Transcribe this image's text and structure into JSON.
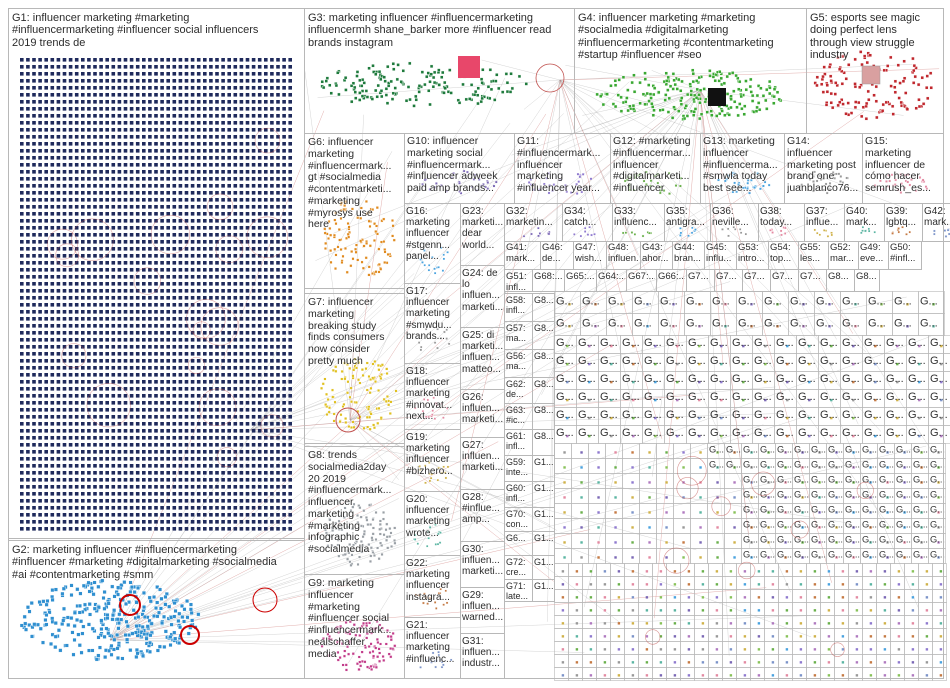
{
  "title": "",
  "colors": {
    "G1": "#1f2a5c",
    "G2": "#2f8fd0",
    "G3": "#1e7a3c",
    "G4": "#3aa832",
    "G5": "#c0272d",
    "G6": "#e08a1e",
    "G7": "#e0c020",
    "G8": "#9aa0a6",
    "G9": "#c23c8a",
    "edge": "#a0a0a0",
    "edge_red": "#c0504d",
    "border": "#b8b8b8"
  },
  "groups": [
    {
      "id": "G1",
      "label": "G1: influencer marketing #marketing\n#influencermarketing #influencer social influencers\n2019 trends de"
    },
    {
      "id": "G2",
      "label": "G2: marketing influencer #influencermarketing\n#influencer #marketing #digitalmarketing #socialmedia\n#ai #contentmarketing #smm"
    },
    {
      "id": "G3",
      "label": "G3: marketing influencer #influencermarketing\ninfluencermh shane_barker more #influencer read\nbrands instagram"
    },
    {
      "id": "G4",
      "label": "G4: influencer marketing #marketing\n#socialmedia #digitalmarketing\n#influencermarketing #contentmarketing\n#startup #influencer #seo"
    },
    {
      "id": "G5",
      "label": "G5: esports see magic\ndoing perfect lens\nthrough view struggle\nindustry"
    },
    {
      "id": "G6",
      "label": "G6: influencer\nmarketing\n#influencermark...\ngt #socialmedia\n#contentmarketi...\n#marketing\n#myrosys use\nhere"
    },
    {
      "id": "G7",
      "label": "G7: influencer\nmarketing\nbreaking study\nfinds consumers\nnow consider\npretty much"
    },
    {
      "id": "G8",
      "label": "G8: trends\nsocialmedia2day\n20 2019\n#influencermark...\ninfluencer\nmarketing\n#marketing\ninfographic\n#socialmedia"
    },
    {
      "id": "G9",
      "label": "G9: marketing\ninfluencer\n#marketing\n#influencer social\n#influencermark...\nnealschaffer\nmedia"
    },
    {
      "id": "G10",
      "label": "G10: influencer\nmarketing social\n#influencermark...\n#influencer adweek\npaid amp brands..."
    },
    {
      "id": "G11",
      "label": "G11:\n#influencermark...\ninfluencer\nmarketing\n#influencer year..."
    },
    {
      "id": "G12",
      "label": "G12: #marketing\n#influencermar...\ninfluencer\n#digitalmarketi...\n#influencer"
    },
    {
      "id": "G13",
      "label": "G13: marketing\ninfluencer\n#influencerma...\n#smwla today\nbest see..."
    },
    {
      "id": "G14",
      "label": "G14:\ninfluencer\nmarketing post\nbrand one\njuanblanco76..."
    },
    {
      "id": "G15",
      "label": "G15:\nmarketing\ninfluencer de\ncómo hacer\nsemrush_es..."
    },
    {
      "id": "G16",
      "label": "G16:\nmarketing\ninfluencer\n#stgenn...\npanel..."
    },
    {
      "id": "G17",
      "label": "G17:\ninfluencer\nmarketing\n#smwdu...\nbrands..."
    },
    {
      "id": "G18",
      "label": "G18:\ninfluencer\nmarketing\n#innovat...\nnext..."
    },
    {
      "id": "G19",
      "label": "G19:\nmarketing\ninfluencer\n#bizhero..."
    },
    {
      "id": "G20",
      "label": "G20:\ninfluencer\nmarketing\nwrote..."
    },
    {
      "id": "G21",
      "label": "G21:\ninfluencer\nmarketing\n#influenc..."
    },
    {
      "id": "G22",
      "label": "G22:\nmarketing\ninfluencer\ninstagra..."
    },
    {
      "id": "G23",
      "label": "G23:\nmarketi...\ndear\nworld..."
    },
    {
      "id": "G24",
      "label": "G24: de\nlo\ninfluen...\nmarketi..."
    },
    {
      "id": "G25",
      "label": "G25: di\nmarketi...\ninfluen...\nmatteo..."
    },
    {
      "id": "G26",
      "label": "G26:\ninfluen...\nmarketi..."
    },
    {
      "id": "G27",
      "label": "G27:\ninfluen...\nmarketi..."
    },
    {
      "id": "G28",
      "label": "G28:\n#influe...\namp..."
    },
    {
      "id": "G29",
      "label": "G29:\ninfluen...\nwarned..."
    },
    {
      "id": "G30",
      "label": "G30:\ninfluen...\nmarketi..."
    },
    {
      "id": "G31",
      "label": "G31:\ninfluen...\nindustr..."
    }
  ],
  "row_a": [
    {
      "label": "G32:\nmarketin..."
    },
    {
      "label": "G34:\ncatch..."
    },
    {
      "label": "G33:\ninfluenc..."
    },
    {
      "label": "G35:\nantigra..."
    },
    {
      "label": "G36:\nneville..."
    },
    {
      "label": "G38:\ntoday..."
    },
    {
      "label": "G37:\ninflue..."
    },
    {
      "label": "G40:\nmark..."
    },
    {
      "label": "G39:\nlgbtq..."
    },
    {
      "label": "G42:\nmark..."
    }
  ],
  "row_b": [
    {
      "label": "G41:\nmark..."
    },
    {
      "label": "G46:\nde..."
    },
    {
      "label": "G47:\nwish..."
    },
    {
      "label": "G48:\ninfluen..."
    },
    {
      "label": "G43:\nahor..."
    },
    {
      "label": "G44:\nbran..."
    },
    {
      "label": "G45:\ninflu..."
    },
    {
      "label": "G53:\nintro..."
    },
    {
      "label": "G54:\ntop..."
    },
    {
      "label": "G55:\nles..."
    },
    {
      "label": "G52:\nmar..."
    },
    {
      "label": "G49:\neve..."
    },
    {
      "label": "G50:\n#infl..."
    }
  ],
  "row_c": [
    "G51:\ninfl...",
    "G68:...",
    "G65:...",
    "G64:...",
    "G67:...",
    "G66:...",
    "G7...",
    "G7...",
    "G7...",
    "G7...",
    "G7...",
    "G8...",
    "G8..."
  ],
  "left_col": [
    "G58:\ninfl...",
    "G57:\nma...",
    "G56:\nma...",
    "G62:\nde...",
    "G63:\n#ic...",
    "G61:\ninfl...",
    "G59:\ninte...",
    "G60:\ninfl...",
    "G70:\ncon...",
    "G6...",
    "G72:\ncre...",
    "G71:\nlate..."
  ],
  "grid_col": [
    "G8...",
    "G8...",
    "G8...",
    "G8...",
    "G8...",
    "G8...",
    "G1...",
    "G1...",
    "G1...",
    "G1...",
    "G1...",
    "G1..."
  ],
  "tiny_label": "G..."
}
